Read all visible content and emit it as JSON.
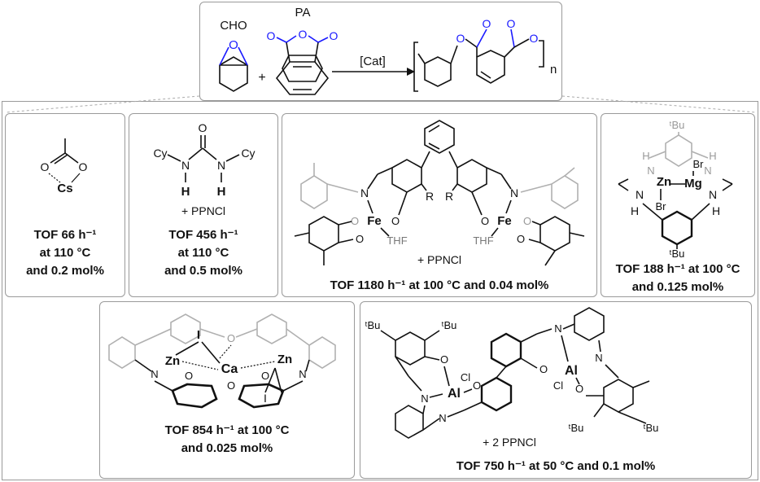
{
  "reaction": {
    "epoxide_label": "CHO",
    "anhydride_label": "PA",
    "plus": "+",
    "catalyst": "[Cat]",
    "product_repeat": "n",
    "atom_O": "O"
  },
  "catalysts": [
    {
      "id": "cs",
      "atoms": {
        "metal": "Cs",
        "o1": "O",
        "o2": "O"
      },
      "lines": [
        "TOF 66 h⁻¹",
        "at 110 °C",
        "and 0.2 mol%"
      ]
    },
    {
      "id": "urea",
      "atoms": {
        "o": "O",
        "cy1": "Cy",
        "cy2": "Cy",
        "n1": "N",
        "n2": "N",
        "h1": "H",
        "h2": "H",
        "cocat": "+ PPNCl"
      },
      "lines": [
        "TOF 456 h⁻¹",
        "at 110 °C",
        "and 0.5 mol%"
      ]
    },
    {
      "id": "fe",
      "atoms": {
        "m1": "Fe",
        "m2": "Fe",
        "thf": "THF",
        "r": "R",
        "n": "N",
        "o": "O",
        "cocat": "+ PPNCl"
      },
      "lines": [
        "TOF 1180 h⁻¹ at 100 °C and 0.04 mol%"
      ]
    },
    {
      "id": "znmg",
      "atoms": {
        "m1": "Zn",
        "m2": "Mg",
        "br": "Br",
        "tbu": "ᵗBu",
        "h": "H",
        "n": "N"
      },
      "lines": [
        "TOF 188 h⁻¹ at 100 °C",
        "and 0.125 mol%"
      ]
    },
    {
      "id": "znca",
      "atoms": {
        "zn": "Zn",
        "ca": "Ca",
        "i": "I",
        "o": "O",
        "n": "N"
      },
      "lines": [
        "TOF 854 h⁻¹ at 100 °C",
        "and 0.025 mol%"
      ]
    },
    {
      "id": "al",
      "atoms": {
        "al": "Al",
        "cl": "Cl",
        "tbu": "ᵗBu",
        "n": "N",
        "o": "O",
        "cocat": "+ 2 PPNCl"
      },
      "lines": [
        "TOF 750 h⁻¹ at 50 °C and 0.1 mol%"
      ]
    }
  ]
}
